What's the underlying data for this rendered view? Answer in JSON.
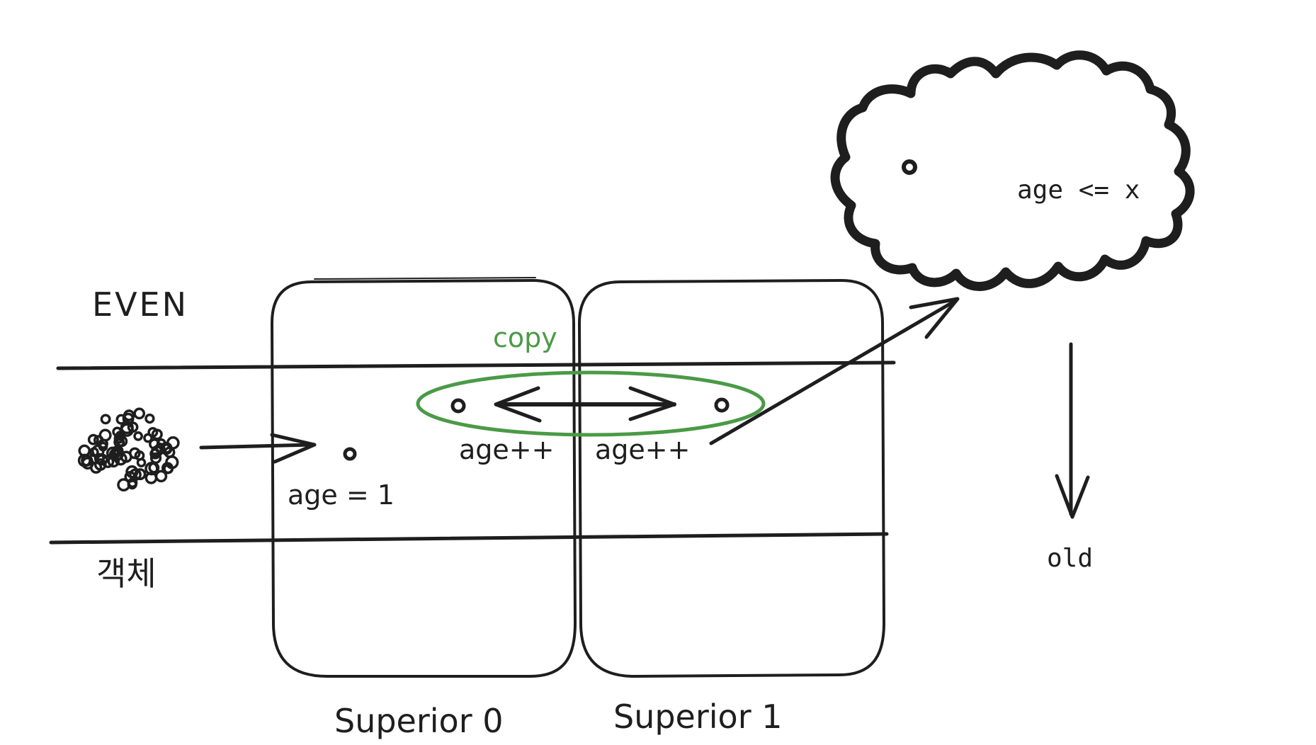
{
  "labels": {
    "even": "EVEN",
    "object": "객체",
    "age_initial": "age = 1",
    "copy": "copy",
    "age_inc_left": "age++",
    "age_inc_right": "age++",
    "cloud_condition": "age <= x",
    "old": "old",
    "survivor0": "Superior 0",
    "survivor1": "Superior 1"
  },
  "colors": {
    "ink": "#1e1e1e",
    "copy_green": "#4a9a46"
  }
}
